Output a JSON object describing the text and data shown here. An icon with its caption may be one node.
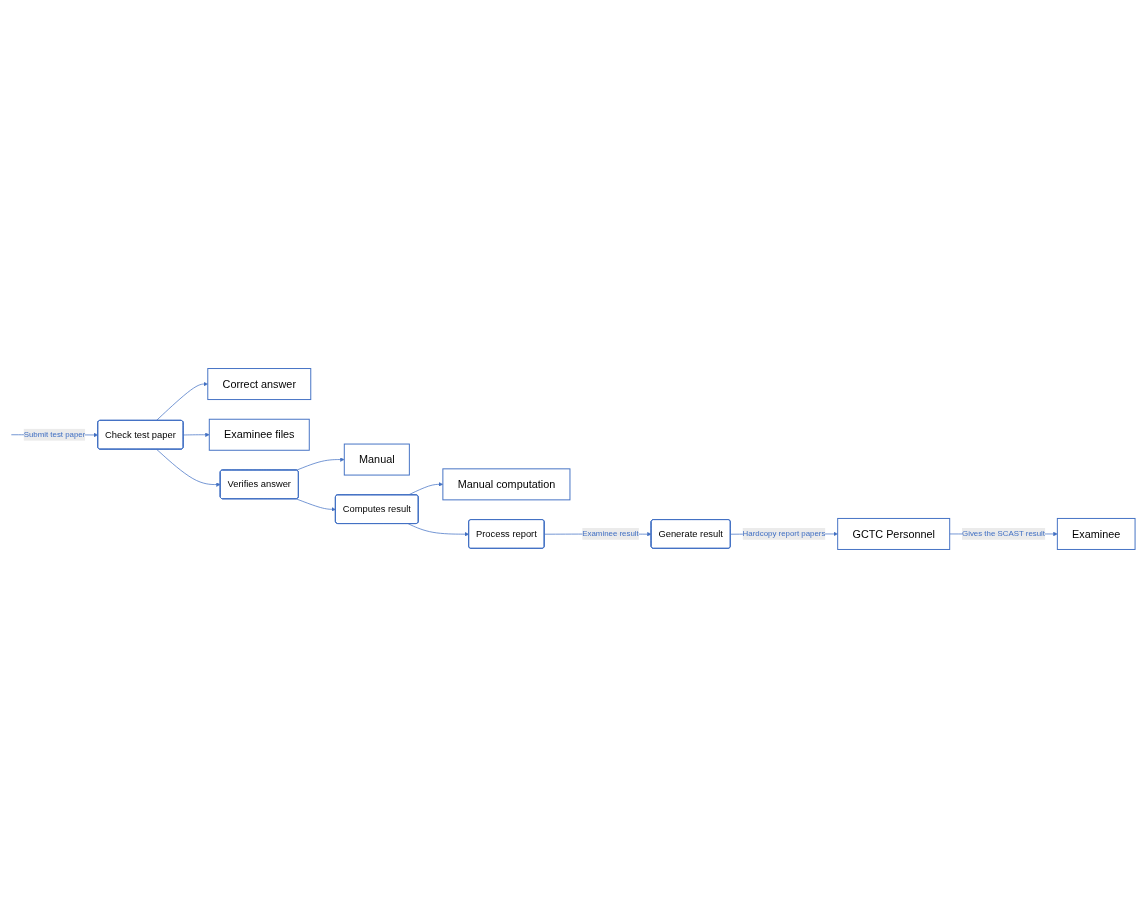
{
  "diagram": {
    "nodes": [
      {
        "text": [
          "Correct answer"
        ]
      },
      {
        "text": [
          "Check test paper"
        ]
      },
      {
        "text": [
          "Examinee files"
        ]
      },
      {
        "text": [
          "Manual"
        ]
      },
      {
        "text": [
          "Verifies answer"
        ]
      },
      {
        "text": [
          "Manual computation"
        ]
      },
      {
        "text": [
          "Computes result"
        ]
      },
      {
        "text": [
          "Process report"
        ]
      },
      {
        "text": [
          "Generate result"
        ]
      },
      {
        "text": [
          "GCTC Personnel"
        ]
      },
      {
        "text": [
          "Examinee"
        ]
      }
    ],
    "edges": [
      {
        "from": null,
        "to": 1,
        "arrow": "to",
        "label": "Submit test paper"
      },
      {
        "from": 1,
        "to": 0,
        "arrow": "to"
      },
      {
        "from": 1,
        "to": 2,
        "arrow": "to"
      },
      {
        "from": 1,
        "to": 4,
        "arrow": "to"
      },
      {
        "from": 4,
        "to": 3,
        "arrow": "to"
      },
      {
        "from": 4,
        "to": 6,
        "arrow": "to"
      },
      {
        "from": 6,
        "to": 5,
        "arrow": "to"
      },
      {
        "from": 6,
        "to": 7,
        "arrow": "to"
      },
      {
        "from": 7,
        "to": 8,
        "arrow": "to",
        "label": "Examinee result"
      },
      {
        "from": 8,
        "to": 9,
        "arrow": "to",
        "label": "Hardcopy report papers"
      },
      {
        "from": 9,
        "to": 10,
        "arrow": "to",
        "label": "Gives the SCAST result"
      }
    ]
  }
}
